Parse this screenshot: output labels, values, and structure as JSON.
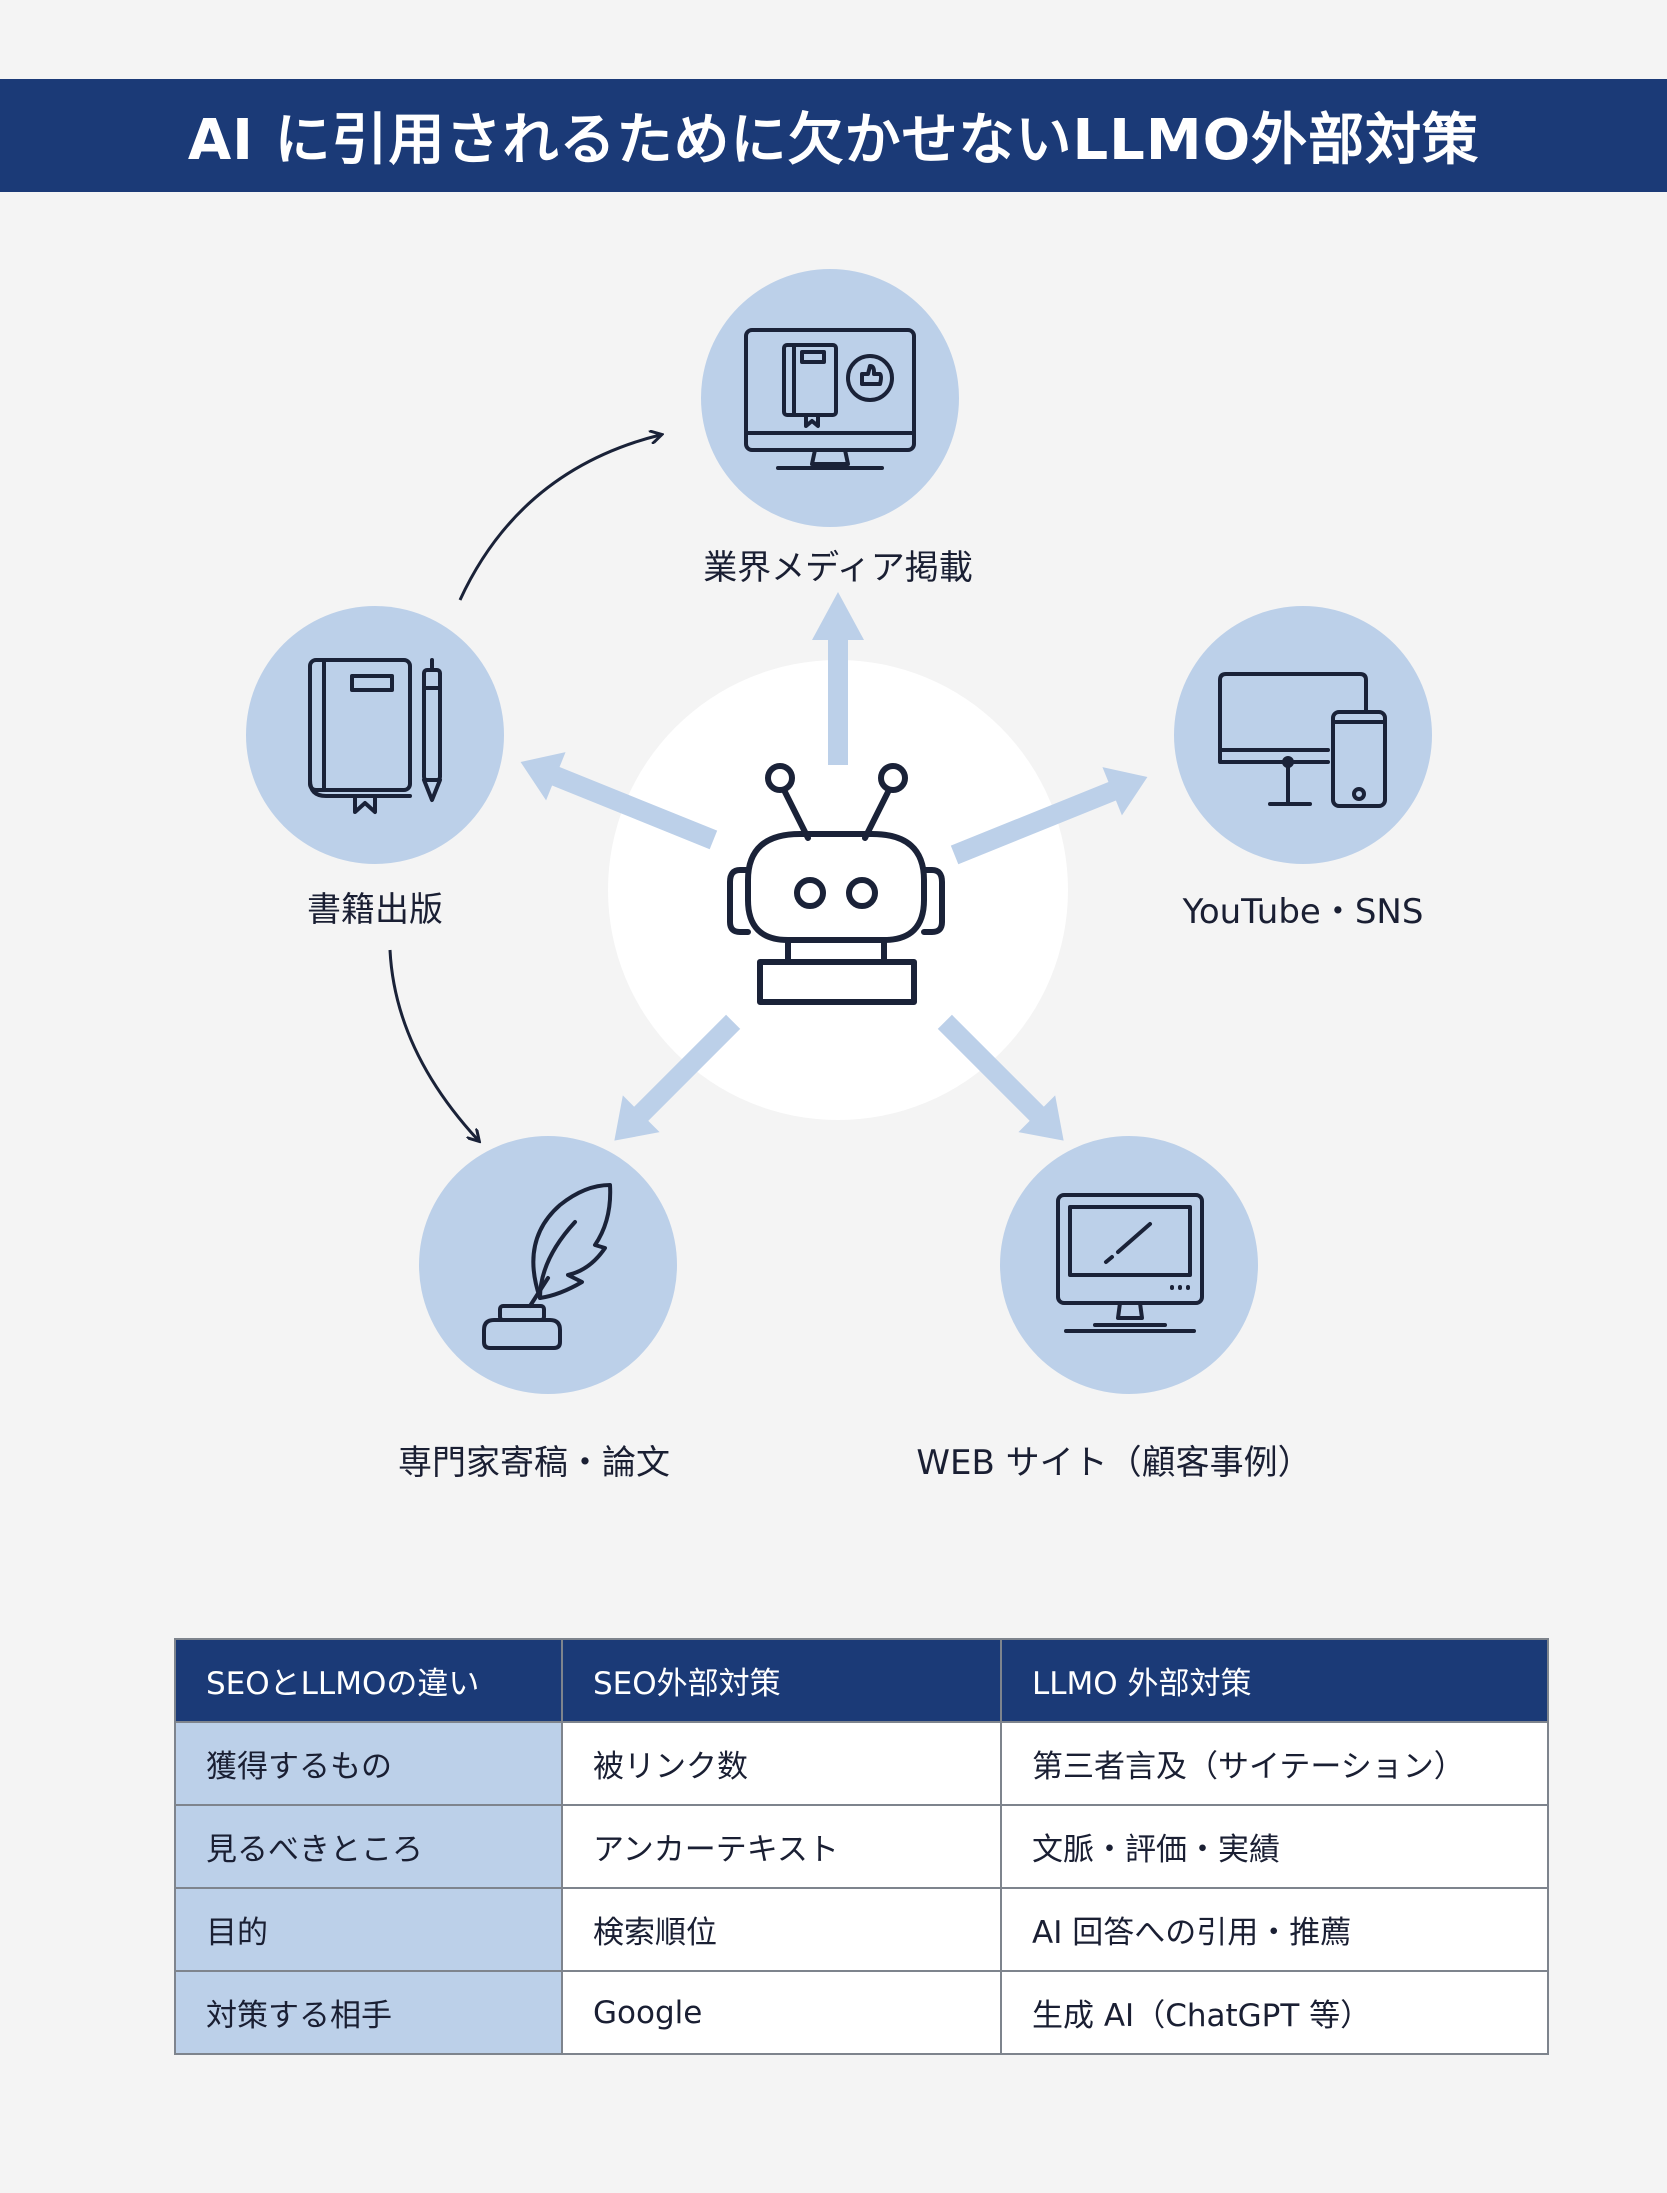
{
  "title": "AI に引用されるために欠かせないLLMO外部対策",
  "colors": {
    "navy": "#1b3a77",
    "circle": "#bcd0e9",
    "icon": "#1a2238",
    "arrow": "#bcd0e9",
    "center": "#ffffff",
    "background": "#f4f4f4"
  },
  "center": {
    "icon": "robot-icon"
  },
  "nodes": [
    {
      "id": "media",
      "label": "業界メディア掲載",
      "icon": "monitor-book-like-icon"
    },
    {
      "id": "sns",
      "label": "YouTube・SNS",
      "icon": "desktop-phone-icon"
    },
    {
      "id": "web",
      "label": "WEB サイト（顧客事例）",
      "icon": "monitor-icon"
    },
    {
      "id": "expert",
      "label": "専門家寄稿・論文",
      "icon": "quill-ink-icon"
    },
    {
      "id": "book",
      "label": "書籍出版",
      "icon": "book-pen-icon"
    }
  ],
  "table": {
    "headers": [
      "SEOとLLMOの違い",
      "SEO外部対策",
      "LLMO 外部対策"
    ],
    "rows": [
      [
        "獲得するもの",
        "被リンク数",
        "第三者言及（サイテーション）"
      ],
      [
        "見るべきところ",
        "アンカーテキスト",
        "文脈・評価・実績"
      ],
      [
        "目的",
        "検索順位",
        "AI 回答への引用・推薦"
      ],
      [
        "対策する相手",
        "Google",
        "生成 AI（ChatGPT 等）"
      ]
    ]
  }
}
